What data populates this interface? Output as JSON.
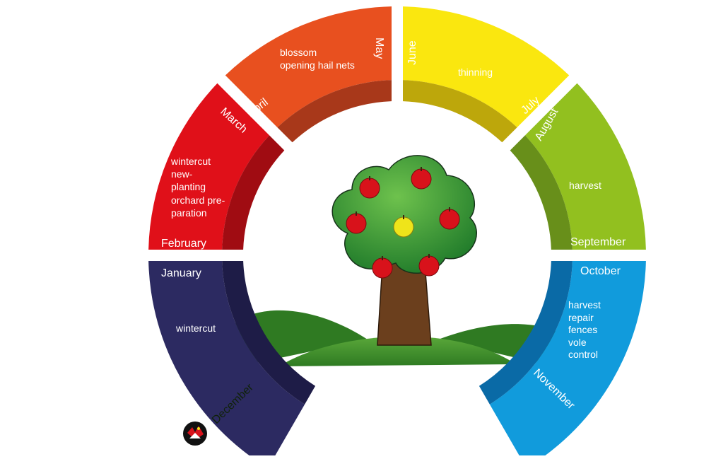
{
  "colors": {
    "winter_blue": "#119bdc",
    "winter_blue_dark": "#0a6aa6",
    "spring_green": "#92c01f",
    "spring_green_dark": "#688f1a",
    "may_yellow": "#fae70f",
    "may_yellow_dark": "#bda70b",
    "summer_orange": "#e8501f",
    "summer_orange_dark": "#a8381a",
    "harvest_red": "#e01019",
    "harvest_red_dark": "#a00c12",
    "autumn_navy": "#2c2a61",
    "autumn_navy_dark": "#1e1c47",
    "hill_green": "#3f8f2c",
    "trunk_brown": "#6b3f1d",
    "crown_green": "#3d9a35",
    "apple_red": "#d8121b",
    "apple_yellow": "#efe41a"
  },
  "segments": {
    "winter": {
      "months": [
        "January",
        "December"
      ],
      "tasks": [
        "wintercut"
      ]
    },
    "spring": {
      "months": [
        "February",
        "March"
      ],
      "tasks": [
        "wintercut",
        "new-",
        "planting",
        "orchard pre-",
        "paration"
      ]
    },
    "blossom": {
      "months": [
        "April",
        "May"
      ],
      "tasks": [
        "blossom",
        "opening hail nets"
      ]
    },
    "summer": {
      "months": [
        "June",
        "July"
      ],
      "tasks": [
        "thinning"
      ]
    },
    "harvest": {
      "months": [
        "August",
        "September"
      ],
      "tasks": [
        "harvest"
      ]
    },
    "autumn": {
      "months": [
        "October",
        "November"
      ],
      "tasks": [
        "harvest",
        "repair",
        "fences",
        "vole",
        "control"
      ]
    }
  },
  "logo": {
    "icon": "badge-logo-icon"
  }
}
